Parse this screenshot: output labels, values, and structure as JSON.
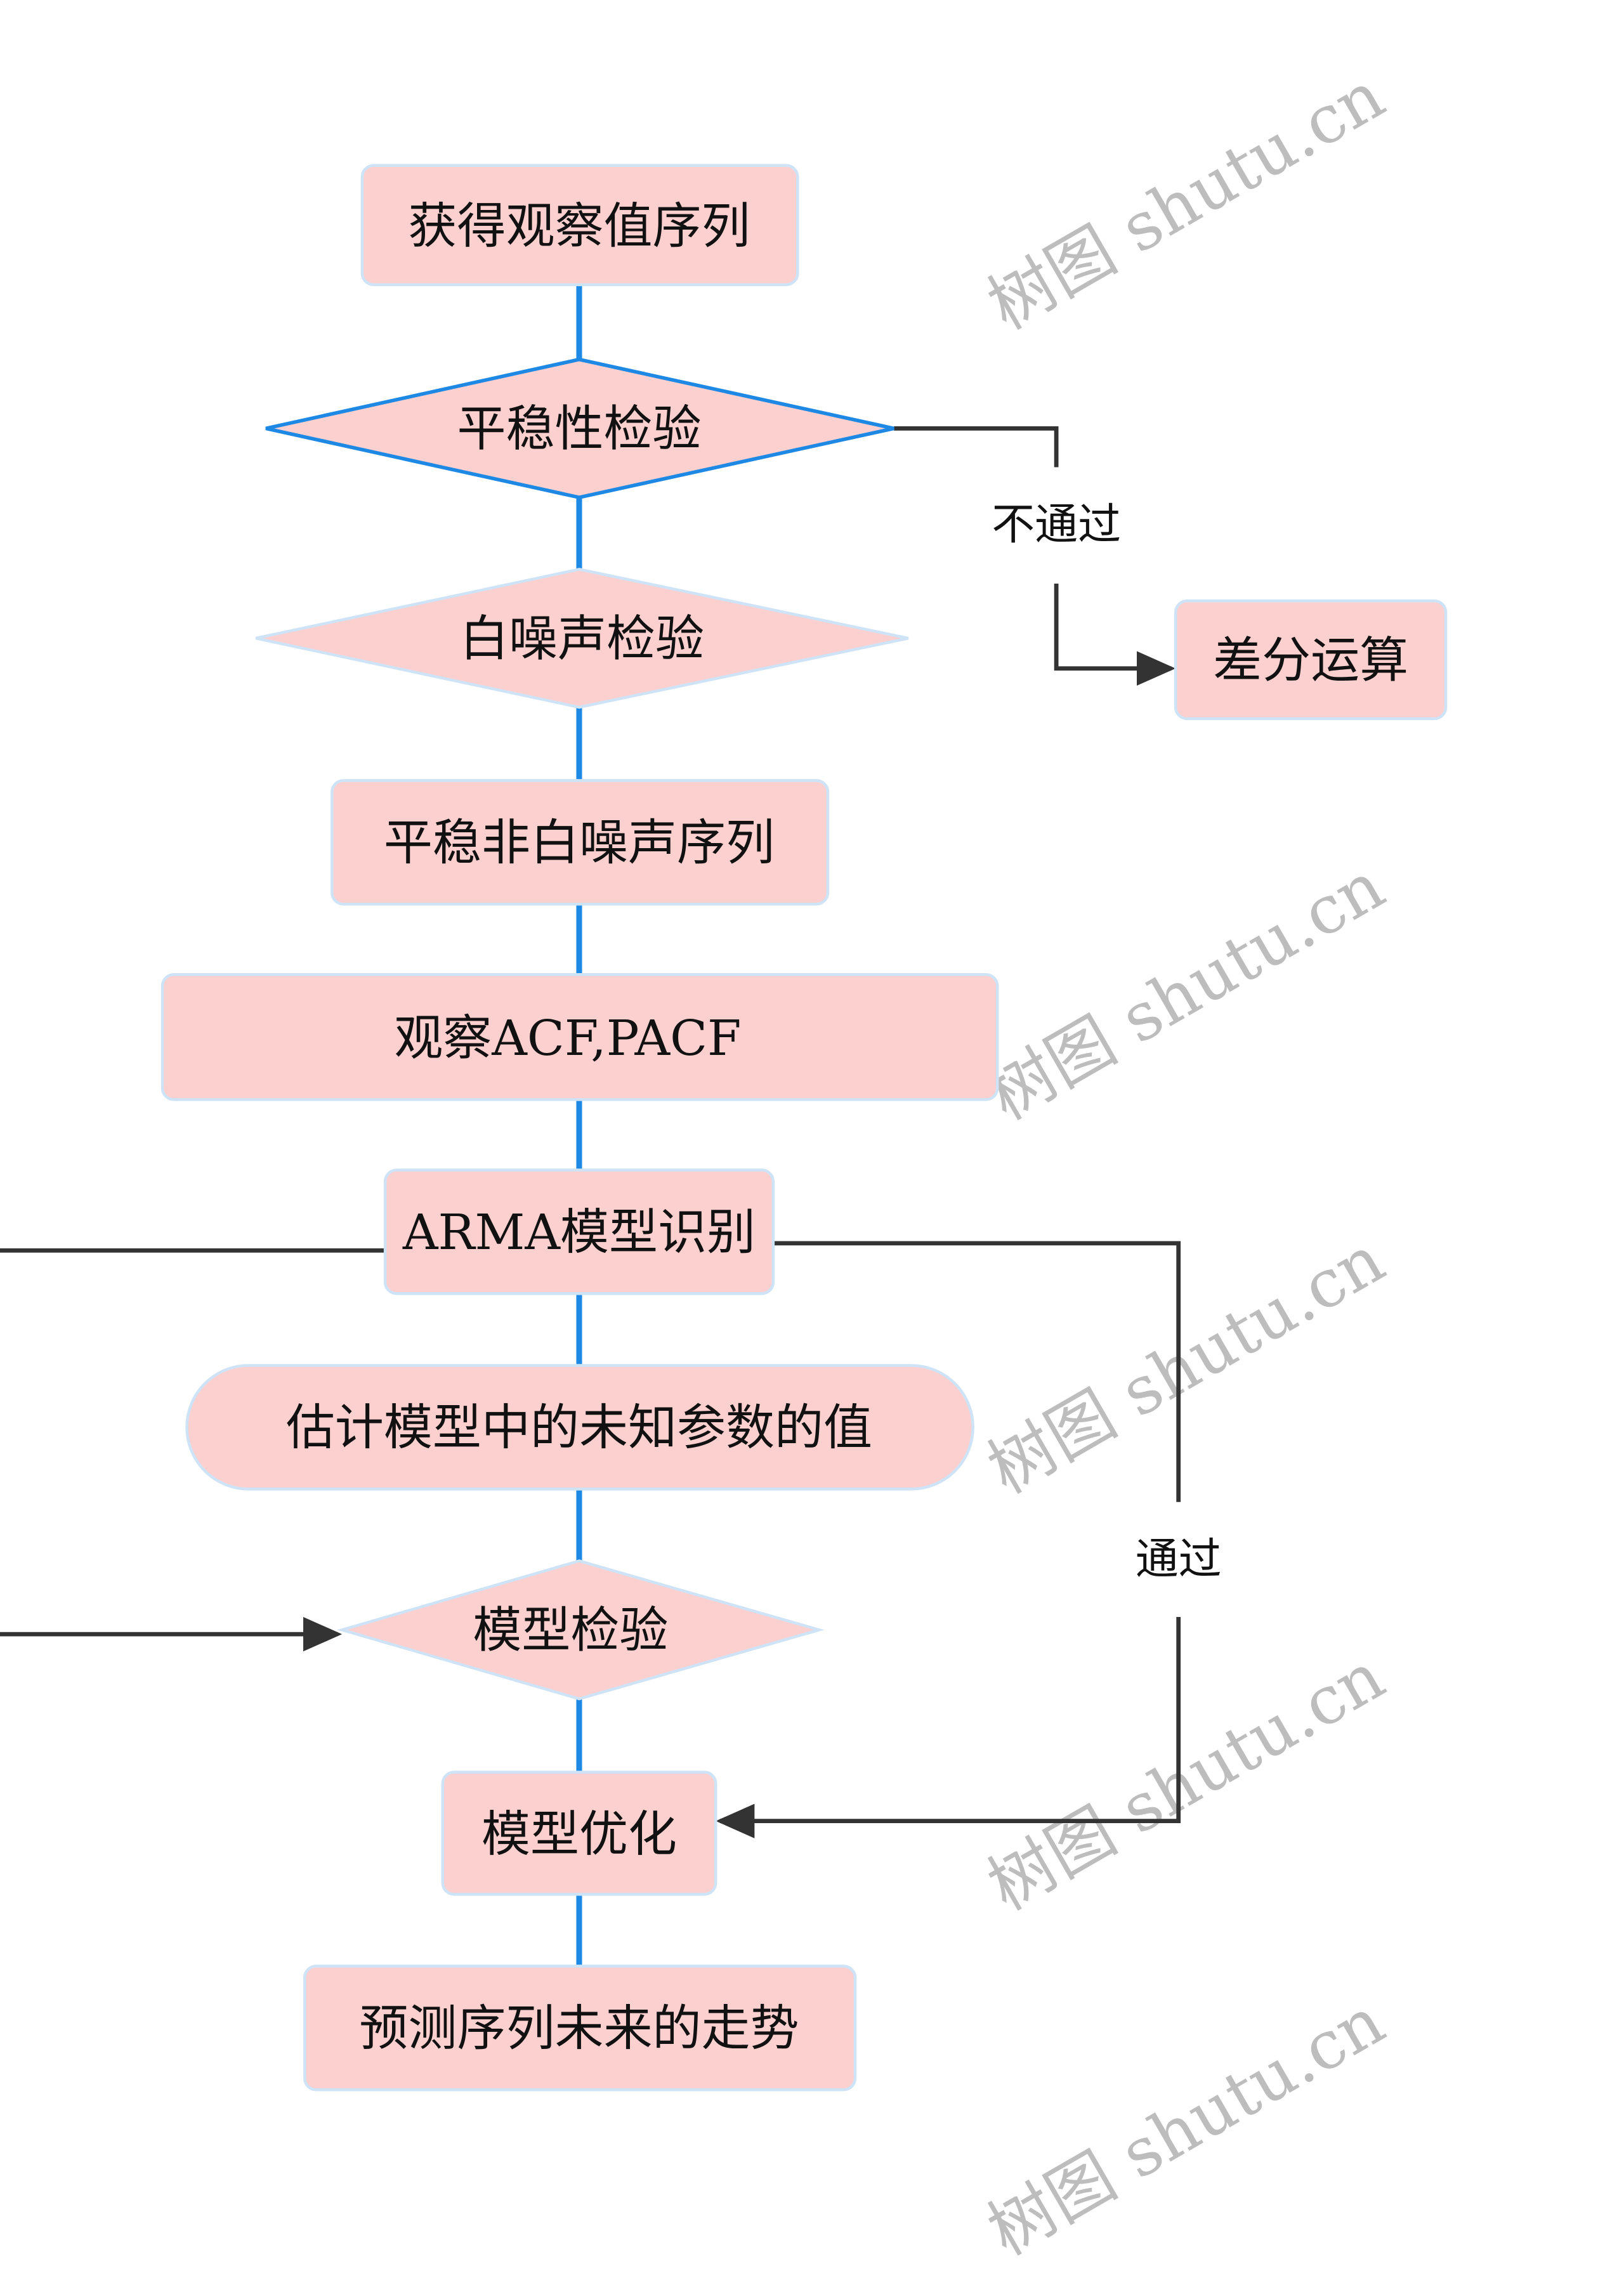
{
  "nodes": {
    "get_series": "获得观察值序列",
    "stationarity_test": "平稳性检验",
    "white_noise_test": "白噪声检验",
    "stationary_nonwhite": "平稳非白噪声序列",
    "observe_acf_pacf": "观察ACF,PACF",
    "arma_identify": "ARMA模型识别",
    "estimate_params": "估计模型中的未知参数的值",
    "model_test": "模型检验",
    "model_optimize": "模型优化",
    "forecast": "预测序列未来的走势",
    "difference": "差分运算"
  },
  "edges": {
    "fail_label": "不通过",
    "pass_label": "通过"
  },
  "watermark": "树图 shutu.cn",
  "colors": {
    "node_fill": "#fdd0d0",
    "main_line": "#1e88e5",
    "connector": "#333333"
  }
}
